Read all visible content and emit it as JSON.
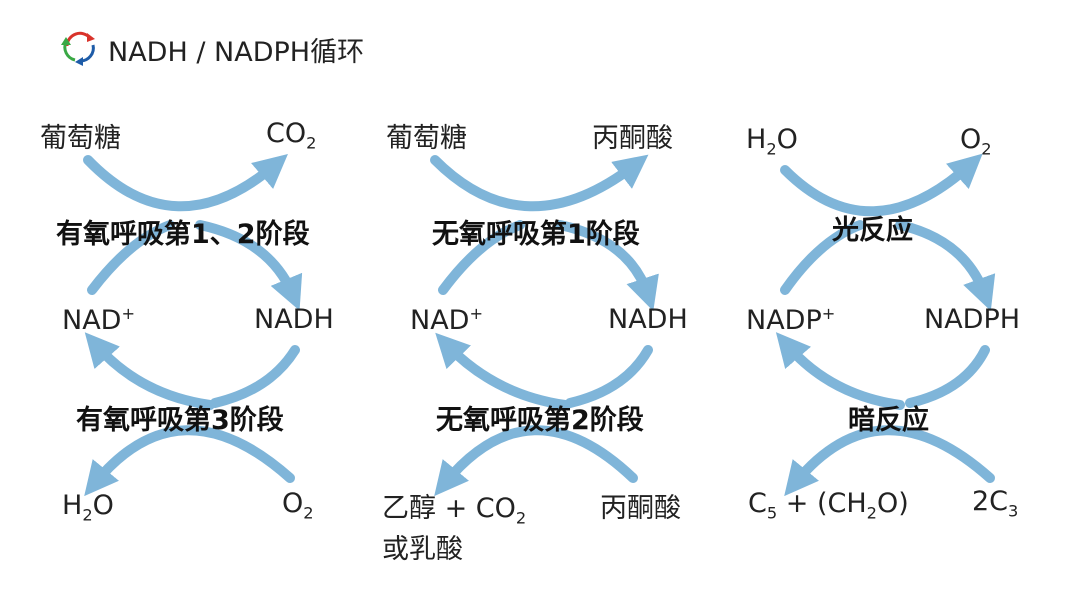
{
  "header": {
    "title": "NADH / NADPH循环"
  },
  "colors": {
    "arrow": "#7fb5d9",
    "logo_red": "#d9332b",
    "logo_green": "#3aa845",
    "logo_blue": "#1e5ca8"
  },
  "panels": [
    {
      "top_left": "葡萄糖",
      "top_right": {
        "main": "CO",
        "sub": "2"
      },
      "stage_top": "有氧呼吸第1、2阶段",
      "mid_left": {
        "main": "NAD",
        "sup": "+"
      },
      "mid_right": "NADH",
      "stage_bottom": "有氧呼吸第3阶段",
      "bottom_left": {
        "pre": "H",
        "sub": "2",
        "post": "O"
      },
      "bottom_right": {
        "main": "O",
        "sub": "2"
      }
    },
    {
      "top_left": "葡萄糖",
      "top_right": "丙酮酸",
      "stage_top": "无氧呼吸第1阶段",
      "mid_left": {
        "main": "NAD",
        "sup": "+"
      },
      "mid_right": "NADH",
      "stage_bottom": "无氧呼吸第2阶段",
      "bottom_left": {
        "line1_pre": "乙醇 + CO",
        "line1_sub": "2",
        "line2": "或乳酸"
      },
      "bottom_right": "丙酮酸"
    },
    {
      "top_left": {
        "pre": "H",
        "sub": "2",
        "post": "O"
      },
      "top_right": {
        "main": "O",
        "sub": "2"
      },
      "stage_top": "光反应",
      "mid_left": {
        "main": "NADP",
        "sup": "+"
      },
      "mid_right": "NADPH",
      "stage_bottom": "暗反应",
      "bottom_left": {
        "c": "C",
        "c_sub": "5",
        "mid": " + (CH",
        "h_sub": "2",
        "post": "O)"
      },
      "bottom_right": {
        "main": "2C",
        "sub": "3"
      }
    }
  ]
}
